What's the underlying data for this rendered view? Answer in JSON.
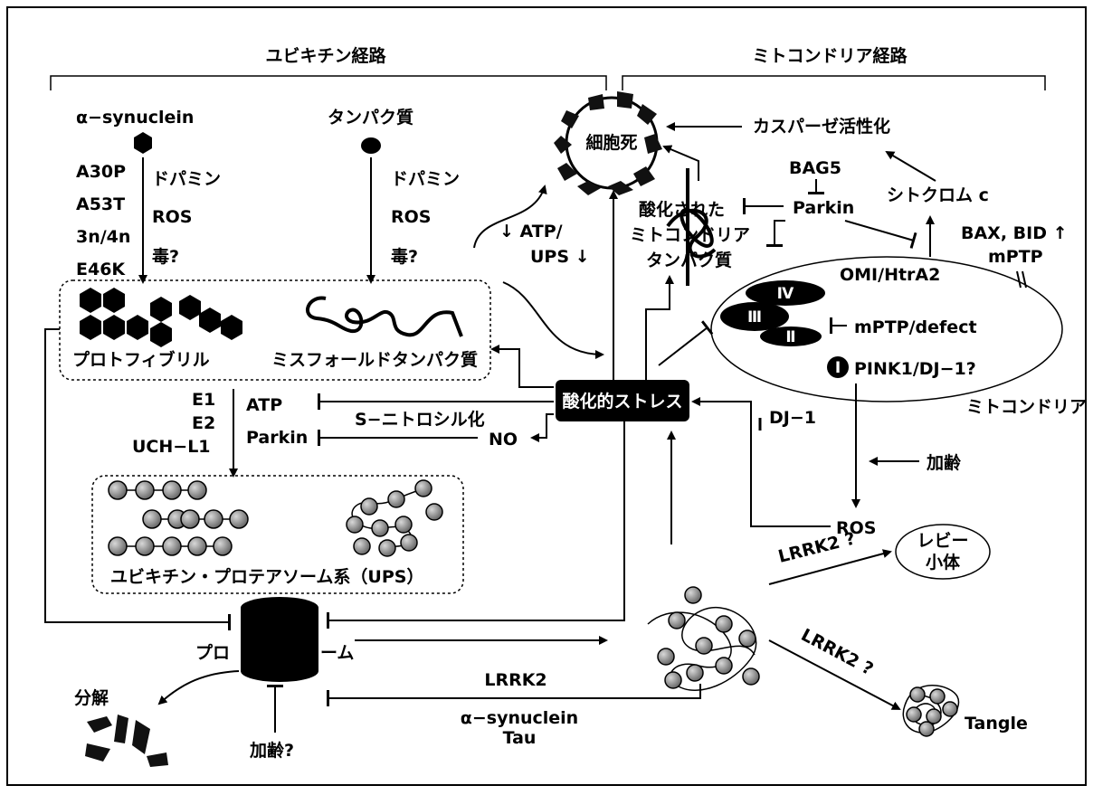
{
  "headers": {
    "ubiquitin_pathway": "ユビキチン経路",
    "mito_pathway": "ミトコンドリア経路"
  },
  "cell_death": "細胞死",
  "synuclein": {
    "name": "α−synuclein",
    "mutations": [
      "A30P",
      "A53T",
      "3n/4n",
      "E46K"
    ],
    "stressors": [
      "ドパミン",
      "ROS",
      "毒?"
    ]
  },
  "protein": {
    "name": "タンパク質",
    "stressors": [
      "ドパミン",
      "ROS",
      "毒?"
    ]
  },
  "aggregates": {
    "protofibril": "プロトフィブリル",
    "misfolded": "ミスフォールドタンパク質"
  },
  "atp_ups": {
    "line1": "↓ ATP/",
    "line2": "UPS ↓"
  },
  "oxidized_protein": {
    "line1": "酸化された",
    "line2": "ミトコンドリア",
    "line3": "タンパク質"
  },
  "oxidative_stress": "酸化的ストレス",
  "enzymes": [
    "E1",
    "E2",
    "UCH−L1"
  ],
  "atp": "ATP",
  "parkin_left": "Parkin",
  "s_nitrosylation": "S−ニトロシル化",
  "no": "NO",
  "ups_system": "ユビキチン・プロテアソーム系（UPS）",
  "proteasome": {
    "left": "プロ",
    "right": "ーム"
  },
  "decomposition": "分解",
  "aging_q": "加齢?",
  "lrrk2_bottom": "LRRK2",
  "synuclein_bottom": "α−synuclein",
  "tau": "Tau",
  "dj1": "DJ−1",
  "ros": "ROS",
  "aging": "加齢",
  "mitochondria_label": "ミトコンドリア",
  "caspase": "カスパーゼ活性化",
  "bag5": "BAG5",
  "parkin_right": "Parkin",
  "cytochrome": "シトクロム c",
  "bax_bid": "BAX, BID ↑",
  "mptp": "mPTP",
  "omi": "OMI/HtrA2",
  "mptp_defect": "mPTP/defect",
  "pink1": "PINK1/DJ−1?",
  "complexes": [
    "Ⅳ",
    "Ⅲ",
    "Ⅱ",
    "Ⅰ"
  ],
  "lrrk2_q1": "LRRK2 ?",
  "lrrk2_q2": "LRRK2 ?",
  "lewy": {
    "line1": "レビー",
    "line2": "小体"
  },
  "tangle": "Tangle"
}
